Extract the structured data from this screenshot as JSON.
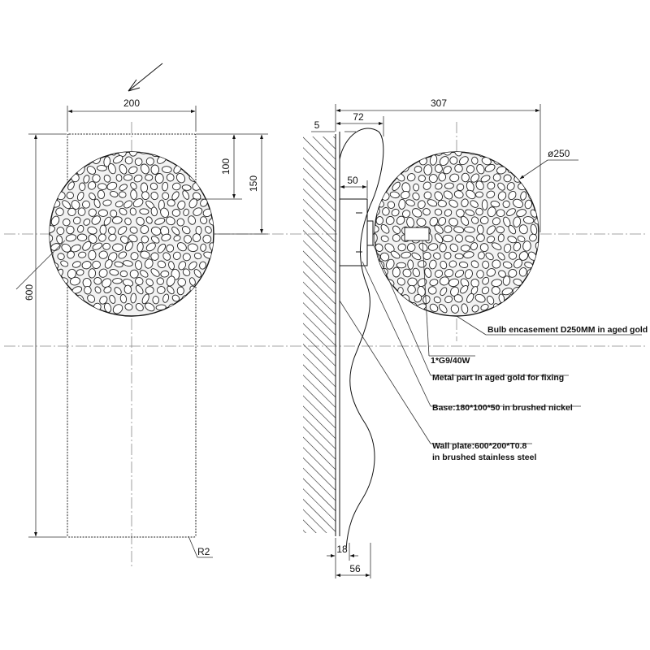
{
  "front_view": {
    "width_label": "200",
    "offset_label_1": "100",
    "offset_label_2": "150",
    "height_label": "600",
    "radius_label": "R2"
  },
  "side_view": {
    "overall_depth_label": "307",
    "base_depth_label": "72",
    "plate_thickness_label": "5",
    "base_width_label": "50",
    "diameter_label": "ø250",
    "bottom_offset_label_1": "18",
    "bottom_offset_label_2": "56"
  },
  "annotations": {
    "bulb_encasement": "Bulb encasement D250MM in aged gold",
    "lamp": "1*G9/40W",
    "metal_part": "Metal part in aged gold for fixing",
    "base": "Base:180*100*50 in brushed nickel",
    "wall_plate_line1": "Wall plate:600*200*T0.8",
    "wall_plate_line2": "in brushed stainless steel"
  },
  "colors": {
    "line": "#111111",
    "center_line": "#888888",
    "background": "#ffffff"
  }
}
